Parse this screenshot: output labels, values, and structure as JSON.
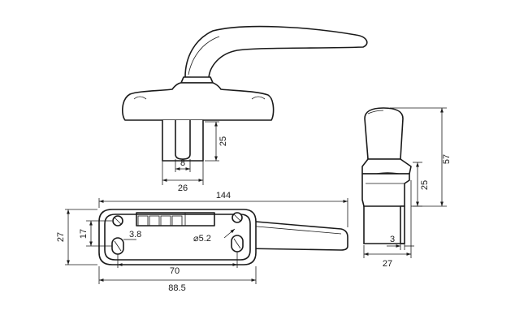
{
  "dimensions": {
    "spindle_length": "25",
    "slot_width": "8",
    "spindle_width": "26",
    "total_length": "144",
    "base_height": "27",
    "hole_pitch_vertical": "17",
    "hole_offset": "3.8",
    "hole_diameter": "⌀5.2",
    "hole_pitch_horizontal": "70",
    "base_length": "88.5",
    "side_total_height": "57",
    "side_base_height": "25",
    "side_spindle_offset": "3",
    "side_depth": "27"
  },
  "colors": {
    "line": "#1a1a1a",
    "background": "#ffffff"
  }
}
